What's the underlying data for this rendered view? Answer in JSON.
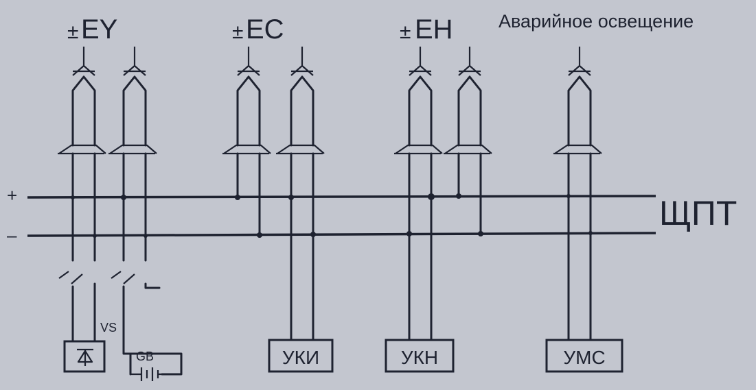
{
  "title": "Аварийное освещение",
  "bus_label": "ЩПТ",
  "bus_plus": "+",
  "bus_minus": "–",
  "groups": [
    {
      "sign": "±",
      "name": "EY"
    },
    {
      "sign": "±",
      "name": "EC"
    },
    {
      "sign": "±",
      "name": "EH"
    }
  ],
  "devices": [
    {
      "label": "УКИ"
    },
    {
      "label": "УКН"
    },
    {
      "label": "УМС"
    }
  ],
  "vs_label": "VS",
  "gb_label": "GB",
  "colors": {
    "background": "#c3c6cf",
    "ink": "#1e2230"
  }
}
